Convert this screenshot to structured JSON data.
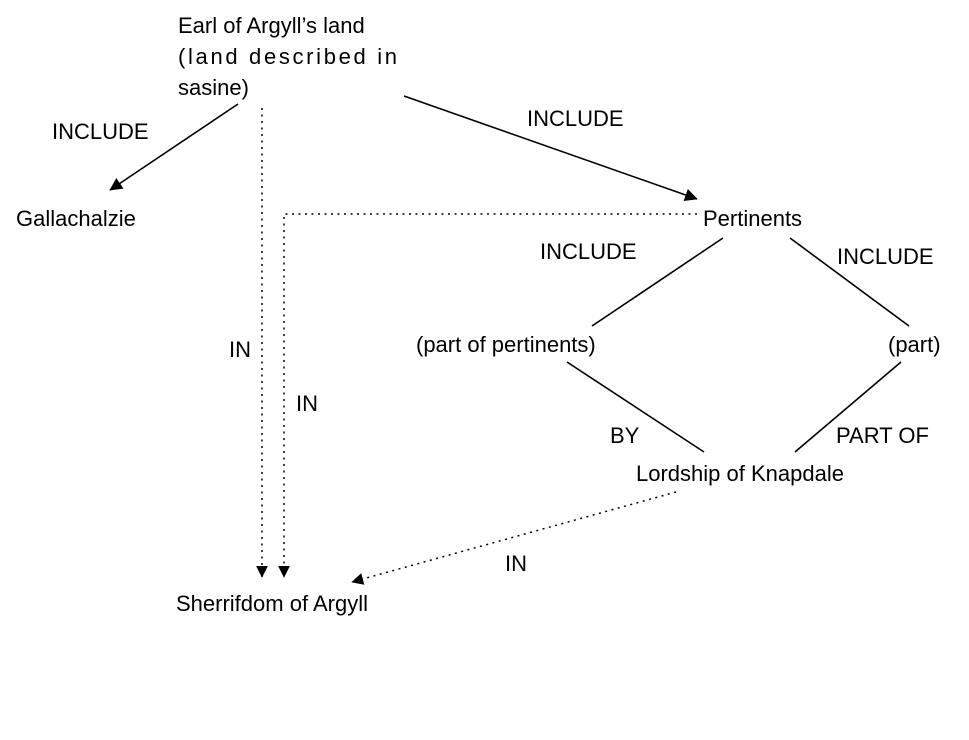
{
  "diagram": {
    "background_color": "#ffffff",
    "line_color": "#000000",
    "nodes": {
      "earl_land_line1": "Earl of Argyll’s land",
      "earl_land_line2": "(land described in",
      "earl_land_line3": "sasine)",
      "gallachalzie": "Gallachalzie",
      "pertinents": "Pertinents",
      "part_of_pertinents": "(part of pertinents)",
      "part": "(part)",
      "lordship_of_knapdale": "Lordship of Knapdale",
      "sherrifdom_of_argyll": "Sherrifdom of Argyll"
    },
    "edge_labels": {
      "include_gallachalzie": "INCLUDE",
      "include_pertinents": "INCLUDE",
      "include_part_of_pertinents": "INCLUDE",
      "include_part": "INCLUDE",
      "in_left": "IN",
      "in_mid": "IN",
      "by": "BY",
      "part_of": "PART OF",
      "in_bottom": "IN"
    }
  }
}
